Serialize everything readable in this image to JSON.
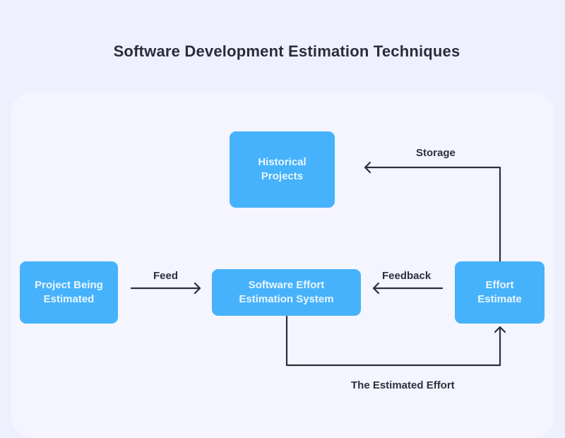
{
  "title": "Software Development Estimation Techniques",
  "colors": {
    "background": "#eef0fd",
    "panel": "#f4f5fe",
    "node_fill": "#46b2fb",
    "node_text": "#eaf6ff",
    "edge": "#2e2f3b",
    "title_text": "#2b2d3a"
  },
  "nodes": {
    "historical_projects": "Historical\nProjects",
    "project_being_estimated": "Project Being\nEstimated",
    "estimation_system": "Software Effort\nEstimation System",
    "effort_estimate": "Effort\nEstimate"
  },
  "edges": {
    "feed": "Feed",
    "feedback": "Feedback",
    "storage": "Storage",
    "estimated_effort": "The Estimated Effort"
  }
}
